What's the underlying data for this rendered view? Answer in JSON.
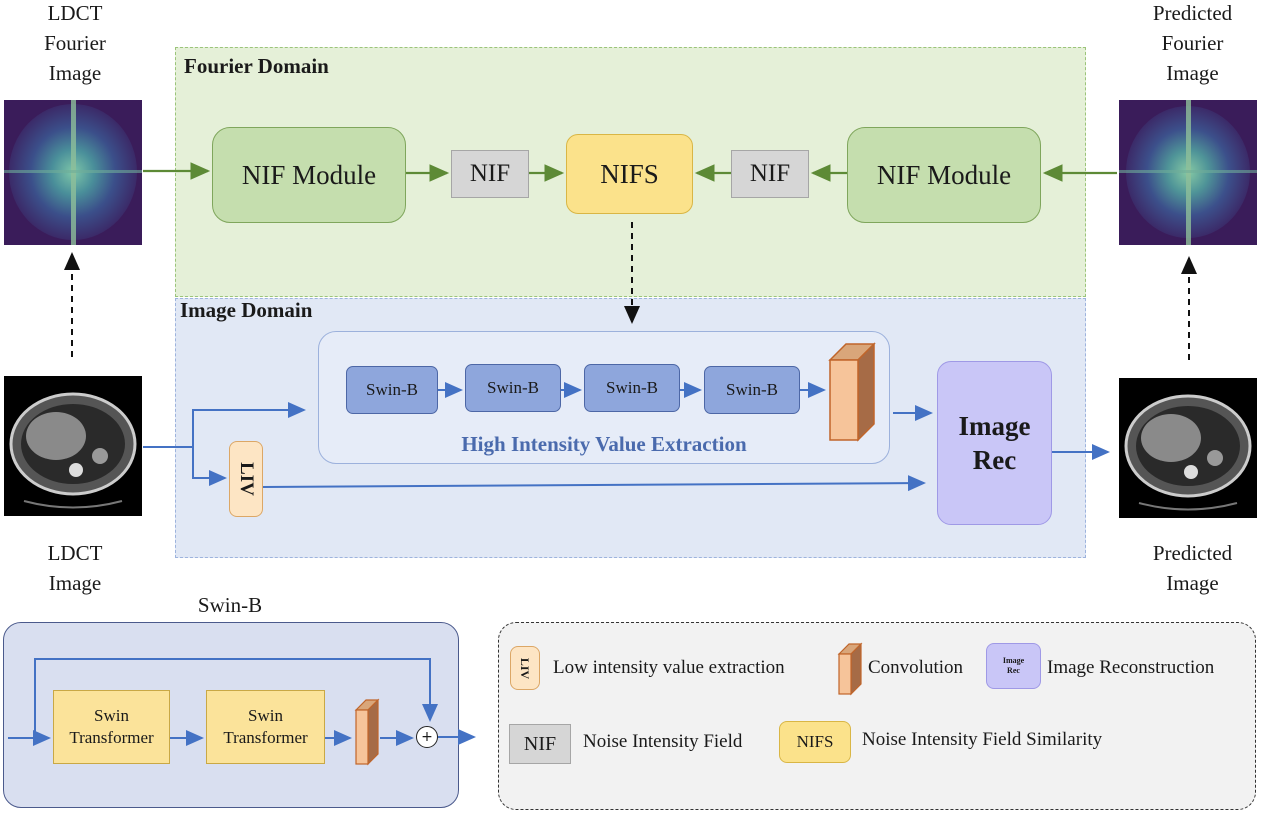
{
  "labels": {
    "ldct_fourier_image": [
      "LDCT",
      "Fourier",
      "Image"
    ],
    "predicted_fourier_image": [
      "Predicted",
      "Fourier",
      "Image"
    ],
    "ldct_image": [
      "LDCT",
      "Image"
    ],
    "predicted_image": [
      "Predicted",
      "Image"
    ]
  },
  "fourier_domain": {
    "title": "Fourier Domain",
    "nif_module_left": "NIF Module",
    "nif_left": "NIF",
    "nifs": "NIFS",
    "nif_right": "NIF",
    "nif_module_right": "NIF Module"
  },
  "image_domain": {
    "title": "Image Domain",
    "swin_blocks": [
      "Swin-B",
      "Swin-B",
      "Swin-B",
      "Swin-B"
    ],
    "extraction_label": "High Intensity  Value Extraction",
    "liv": "LIV",
    "image_rec": [
      "Image",
      "Rec"
    ]
  },
  "swin_b_detail": {
    "title": "Swin-B",
    "blocks": [
      [
        "Swin",
        "Transformer"
      ],
      [
        "Swin",
        "Transformer"
      ]
    ],
    "add_symbol": "+"
  },
  "legend": {
    "liv_icon": "LIV",
    "liv_text": "Low intensity value extraction",
    "conv_text": "Convolution",
    "rec_icon": [
      "Image",
      "Rec"
    ],
    "rec_text": "Image Reconstruction",
    "nif_icon": "NIF",
    "nif_text": "Noise Intensity Field",
    "nifs_icon": "NIFS",
    "nifs_text": "Noise Intensity Field Similarity"
  },
  "colors": {
    "fourier_arrow": "#5d8a36",
    "image_arrow": "#4472c4",
    "dashed_arrow": "#111111"
  }
}
